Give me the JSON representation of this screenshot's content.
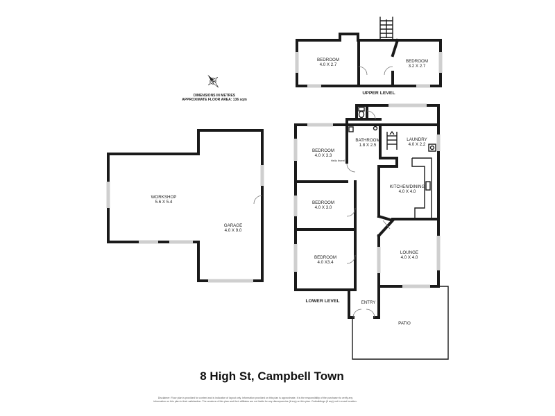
{
  "title": "8 High St, Campbell Town",
  "notes": {
    "dimensions": "DIMENSIONS IN METRES",
    "floor_area": "APPROXIMATE FLOOR AREA: 136 sqm"
  },
  "levels": {
    "upper": "UPPER LEVEL",
    "lower": "LOWER LEVEL"
  },
  "rooms": {
    "upper_bed_1": {
      "name": "BEDROOM",
      "dims": "4.0 X 2.7"
    },
    "upper_bed_2": {
      "name": "BEDROOM",
      "dims": "3.2 X 2.7"
    },
    "bed_1": {
      "name": "BEDROOM",
      "dims": "4.0 X 3.3"
    },
    "bed_2": {
      "name": "BEDROOM",
      "dims": "4.0 X 3.0"
    },
    "bed_3": {
      "name": "BEDROOM",
      "dims": "4.0 X3.4"
    },
    "bathroom": {
      "name": "BATHROOM",
      "dims": "1.8 X 2.5"
    },
    "laundry": {
      "name": "LAUNDRY",
      "dims": "4.0 X 2.2"
    },
    "kitchen": {
      "name": "KITCHEN/DINING",
      "dims": "4.0 X 4.0"
    },
    "lounge": {
      "name": "LOUNGE",
      "dims": "4.0 X 4.0"
    },
    "entry": {
      "name": "ENTRY"
    },
    "patio": {
      "name": "PATIO"
    },
    "workshop": {
      "name": "WORKSHOP",
      "dims": "5.6 X 5.4"
    },
    "garage": {
      "name": "GARAGE",
      "dims": "4.0 X 9.0"
    }
  },
  "annotation": "Hello there!",
  "disclaimer": [
    "Disclaimer: Floor plan is provided for context and is indicative of layout only. Information provided on this plan is approximate. It is the responsibility of the purchaser to verify any",
    "information on this plan to their satisfaction. The creators of this plan and their affiliates are not liable for any discrepancies (if any) on this plan. Outbuildings (if any) not in exact location."
  ],
  "colors": {
    "wall": "#1a1a1a",
    "window": "#cfcfcf",
    "background": "#ffffff"
  },
  "icons": {
    "compass": "compass-north-icon"
  }
}
